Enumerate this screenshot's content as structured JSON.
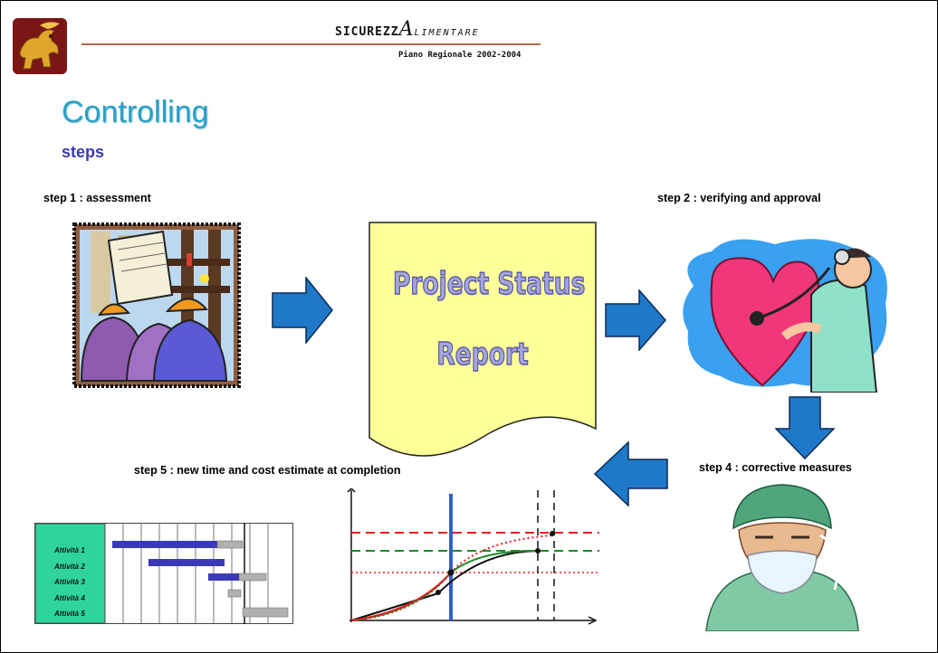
{
  "header": {
    "brand": "SICUREZZ",
    "brand_tail": "LIMENTARE",
    "subtitle": "Piano Regionale 2002-2004"
  },
  "title": "Controlling",
  "subtitle": "steps",
  "steps": {
    "step1": "step 1 :  assessment",
    "step2": "step 2 : verifying and approval",
    "step4": "step 4 : corrective measures",
    "step5": "step 5 : new time and cost estimate at completion"
  },
  "report": {
    "line1": "Project Status",
    "line2": "Report"
  },
  "gantt": {
    "activities": [
      "Attività 1",
      "Attività 2",
      "Attività 3",
      "Attività 4",
      "Attività 5"
    ],
    "label_bg": "#2fd49c",
    "plan_color": "#3a3ab8",
    "actual_color": "#b0b0b0"
  },
  "colors": {
    "arrow": "#1f79c8",
    "title": "#2a9fc6",
    "subtitle": "#3a3ab0",
    "report_bg": "#ffff99"
  },
  "icons": [
    "lion-logo-icon",
    "arrow-right-icon",
    "arrow-down-icon",
    "arrow-left-icon",
    "construction-clipart-icon",
    "doctor-heart-clipart-icon",
    "surgeon-clipart-icon"
  ]
}
